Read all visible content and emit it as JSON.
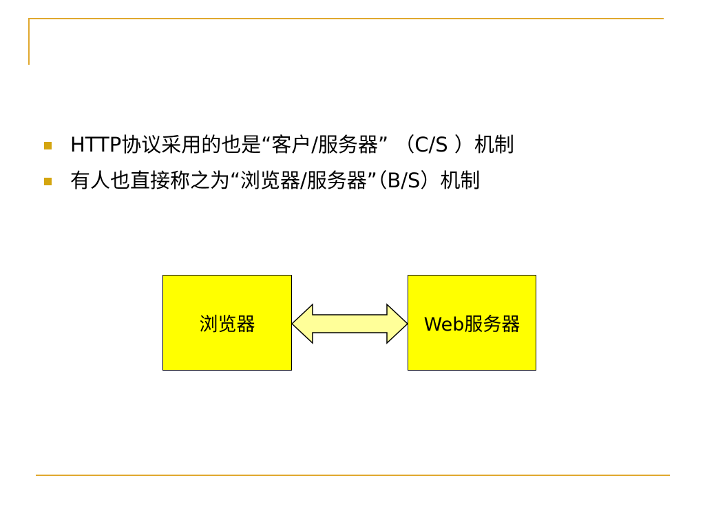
{
  "colors": {
    "frame_line": "#E0A82E",
    "bullet": "#D4A50F",
    "box_fill": "#FFFF00",
    "arrow_fill": "#FFFF99",
    "stroke": "#000000"
  },
  "slide": {
    "bullets": [
      {
        "icon": "square-bullet-icon",
        "text": "HTTP协议采用的也是“客户/服务器” （C/S ）机制"
      },
      {
        "icon": "square-bullet-icon",
        "text": "有人也直接称之为“浏览器/服务器”（B/S）机制"
      }
    ],
    "diagram": {
      "left_box_label": "浏览器",
      "right_box_label": "Web服务器",
      "connector_icon": "double-arrow-icon"
    }
  }
}
